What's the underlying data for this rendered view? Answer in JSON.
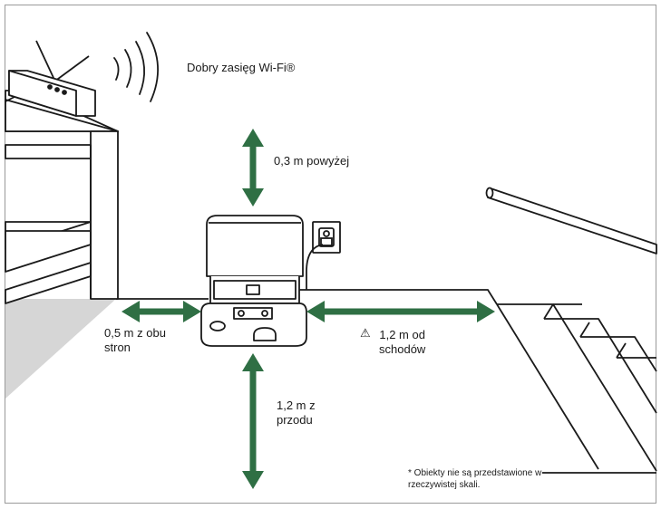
{
  "labels": {
    "wifi": "Dobry zasięg Wi-Fi®",
    "above": "0,3 m powyżej",
    "sides": [
      "0,5 m z obu",
      "stron"
    ],
    "stairs": [
      "1,2 m od",
      "schodów"
    ],
    "front": [
      "1,2 m z",
      "przodu"
    ]
  },
  "note": [
    "* Obiekty nie są przedstawione w",
    "rzeczywistej skali."
  ],
  "icons": {
    "warning": "warning-triangle-icon",
    "wifi": "wifi-waves-icon",
    "router": "router-icon",
    "outlet": "power-outlet-icon"
  },
  "colors": {
    "arrow": "#2f6f44",
    "line": "#1a1a1a",
    "shadow": "#d6d6d6",
    "frame": "#9a9a9a"
  }
}
